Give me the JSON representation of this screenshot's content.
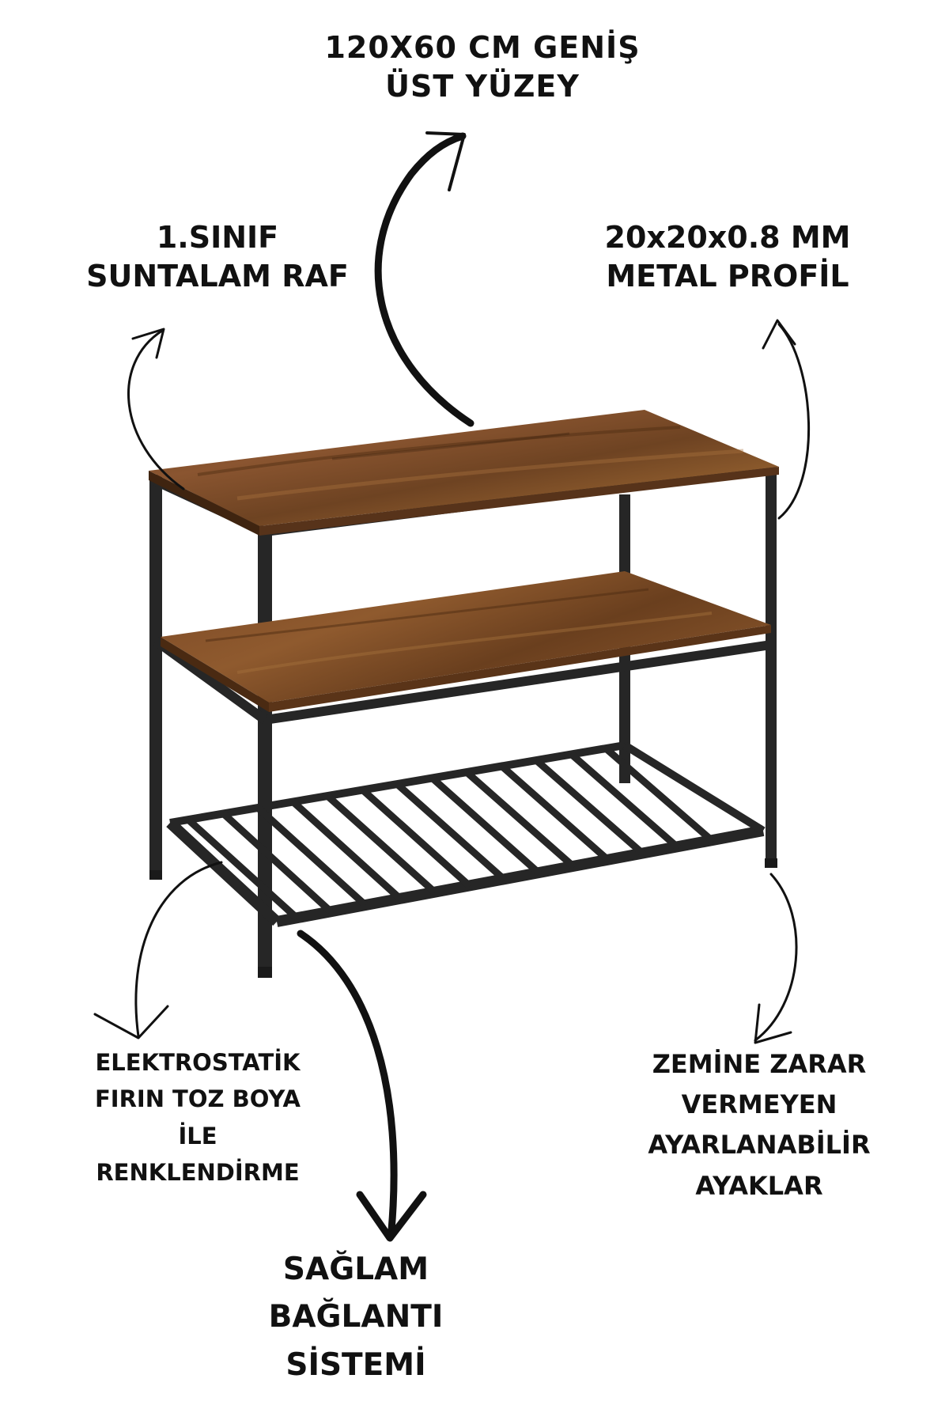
{
  "labels": {
    "top_surface": [
      "120X60 CM GENİŞ",
      "ÜST YÜZEY"
    ],
    "shelf_material": [
      "1.SINIF",
      "SUNTALAM RAF"
    ],
    "metal_profile": [
      "20x20x0.8 MM",
      "METAL PROFİL"
    ],
    "paint": [
      "ELEKTROSTATİK",
      "FIRIN TOZ BOYA",
      "İLE",
      "RENKLENDİRME"
    ],
    "feet": [
      "ZEMİNE ZARAR",
      "VERMEYEN",
      "AYARLANABİLİR",
      "AYAKLAR"
    ],
    "connection": [
      "SAĞLAM",
      "BAĞLANTI",
      "SİSTEMİ"
    ]
  },
  "colors": {
    "text": "#111111",
    "frame": "#262626",
    "wood": "#7a4a26",
    "arrow": "#111111"
  }
}
